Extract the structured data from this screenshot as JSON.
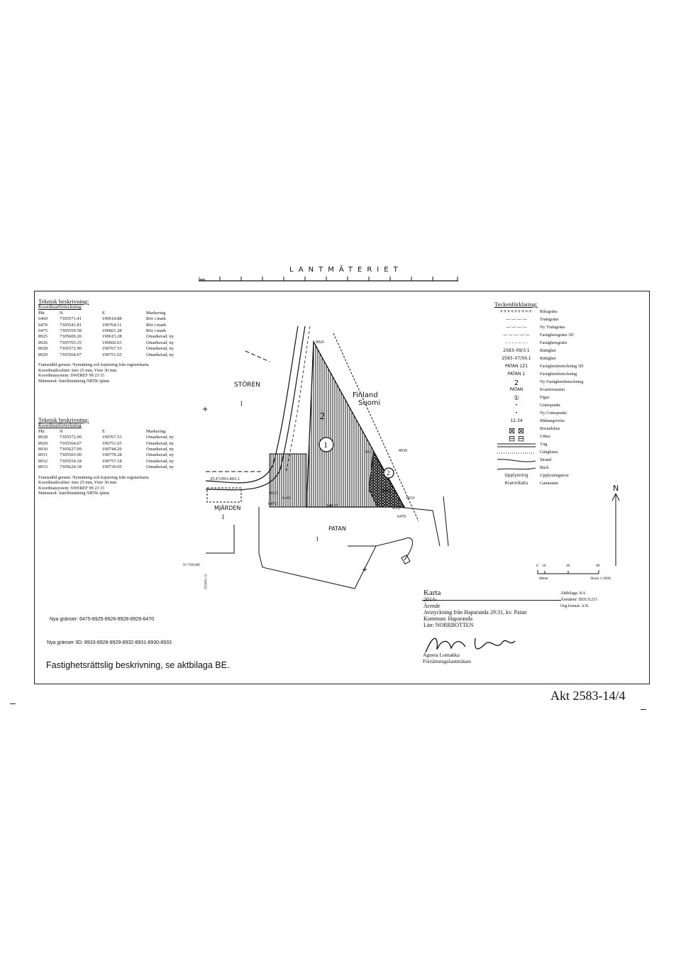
{
  "header": {
    "title": "LANTMÄTERIET"
  },
  "tech1": {
    "heading": "Teknisk beskrivning:",
    "sub": "Koordinatförteckning",
    "cols": [
      "Pkt",
      "N",
      "E",
      "Markering"
    ],
    "rows": [
      [
        "6469",
        "7305571.41",
        "190618.88",
        "Rör i mark"
      ],
      [
        "6470",
        "7305541.81",
        "190764.11",
        "Rör i mark"
      ],
      [
        "6475",
        "7305559.58",
        "190601.28",
        "Rör i mark"
      ],
      [
        "8925",
        "7305609.20",
        "190615.28",
        "Omarkerad, ny"
      ],
      [
        "8926",
        "7305765.35",
        "190660.63",
        "Omarkerad, ny"
      ],
      [
        "8928",
        "7305572.90",
        "190767.53",
        "Omarkerad, ny"
      ],
      [
        "8929",
        "7305564.07",
        "190751.65",
        "Omarkerad, ny"
      ]
    ],
    "note1": "Framställd genom: Nymätning och kopiering från registerkarta",
    "note2": "Koordinatkvalitet: Inre 25 mm, Yttre 30 mm",
    "note3": "Koordinatsystem: SWEREF 99 23 15",
    "note4": "Mätmetod: Satellitmätning NRTK-tjänst"
  },
  "tech2": {
    "heading": "Teknisk beskrivning:",
    "sub": "Koordinatförteckning",
    "cols": [
      "Pkt",
      "N",
      "E",
      "Markering"
    ],
    "rows": [
      [
        "8928",
        "7305572.90",
        "190767.53",
        "Omarkerad, ny"
      ],
      [
        "8929",
        "7305564.07",
        "190751.65",
        "Omarkerad, ny"
      ],
      [
        "8930",
        "7305627.09",
        "190744.29",
        "Omarkerad, ny"
      ],
      [
        "8931",
        "7305565.90",
        "190778.28",
        "Omarkerad, ny"
      ],
      [
        "8932",
        "7305554.18",
        "190757.18",
        "Omarkerad, ny"
      ],
      [
        "8933",
        "7305624.18",
        "190739.05",
        "Omarkerad, ny"
      ]
    ],
    "note1": "Framställd genom: Nymätning och kopiering från registerkarta",
    "note2": "Koordinatkvalitet: Inre 25 mm, Yttre 30 mm",
    "note3": "Koordinatsystem: SWEREF 99 23 15",
    "note4": "Mätmetod: Satellitmätning NRTK-tjänst"
  },
  "legend": {
    "heading": "Teckenförklaring:",
    "items": [
      {
        "symbol": "+++++++++·",
        "label": "Riksgräns"
      },
      {
        "symbol": "—·—·—·—",
        "label": "Traktgräns"
      },
      {
        "symbol": "—·—·—·—",
        "label": "Ny Traktgräns"
      },
      {
        "symbol": "—·—·—·—·—",
        "label": "Fastighetsgräns 3D"
      },
      {
        "symbol": "– – – – – – –",
        "label": "Fastighetsgräns"
      },
      {
        "symbol": "2583–09/3.1",
        "label": "Rättighet"
      },
      {
        "symbol": "2583–07/56.1",
        "label": "Rättighet"
      },
      {
        "symbol": "PATAN 1Z1",
        "label": "Fastighetsbeteckning 3D"
      },
      {
        "symbol": "PATAN 1",
        "label": "Fastighetsbeteckning"
      },
      {
        "symbol": "2",
        "label": "Ny Fastighetsbeteckning"
      },
      {
        "symbol": "PATAN",
        "label": "Kvartersnamn"
      },
      {
        "symbol": "①",
        "label": "Figur"
      },
      {
        "symbol": "•",
        "label": "Gränspunkt"
      },
      {
        "symbol": "•",
        "label": "Ny Gränspunkt"
      },
      {
        "symbol": "12.34",
        "label": "Måttangivelse"
      },
      {
        "symbol": "⊠ ⊠",
        "label": "Bostadshus"
      },
      {
        "symbol": "⊟ ⊟",
        "label": "Uthus"
      },
      {
        "symbol": "",
        "label": "Väg"
      },
      {
        "symbol": "",
        "label": "Gångbana"
      },
      {
        "symbol": "",
        "label": "Strand"
      },
      {
        "symbol": "",
        "label": "Bäck"
      },
      {
        "symbol": "Upplysning",
        "label": "Upplysningstext"
      },
      {
        "symbol": "Krannikatu",
        "label": "Gatunamn"
      }
    ]
  },
  "map": {
    "labels": {
      "storen": "STÖREN",
      "storen_num": "1",
      "finland": "Finland",
      "suomi": "Suomi",
      "marden": "MJÄRDEN",
      "marden_num": "1",
      "patan": "PATAN",
      "patan_num": "1",
      "fig1": "1",
      "fig2": "2",
      "parcel2": "2",
      "ref": "25-F1993-893.1",
      "p8926": "8926",
      "p8930": "8930",
      "p8931": "8931",
      "p8932": "8932",
      "p8933": "8933",
      "p6469": "6469",
      "p6470": "6470",
      "p6475": "6475",
      "p8925": "8925",
      "p8929": "8929",
      "dim": "148.22",
      "coord_n": "N=7305480",
      "coord_e": "E=190530",
      "north": "N"
    }
  },
  "scale": {
    "ticks": [
      "0",
      "10",
      "40",
      "80"
    ],
    "unit": "Meter",
    "ratio": "Skala 1:2000"
  },
  "boundaries": {
    "new": "Nya gränser:  6475-8925-8926-8928-8929-6470",
    "new3d": "Nya gränser 3D:  8933-8928-8929-8932-8931-8930-8933"
  },
  "description": "Fastighetsrättslig beskrivning, se aktbilaga BE.",
  "karta": {
    "title": "Karta",
    "year": "2014-",
    "arende": "Ärende",
    "line1": "Avstyckning från Haparanda 29:31, kv. Patan",
    "line2": "Kommun: Haparanda",
    "line3": "Län: NORRBOTTEN"
  },
  "meta": {
    "aktbilaga": "Aktbilaga: KA",
    "arendenr": "Ärendenr: BD131215",
    "format": "Org.format: A3L"
  },
  "signature": {
    "script": "Agneta Lomakka",
    "name": "Agneta Lomakka",
    "title": "Förrättningslantmätare"
  },
  "akt": "Akt 2583-14/4"
}
